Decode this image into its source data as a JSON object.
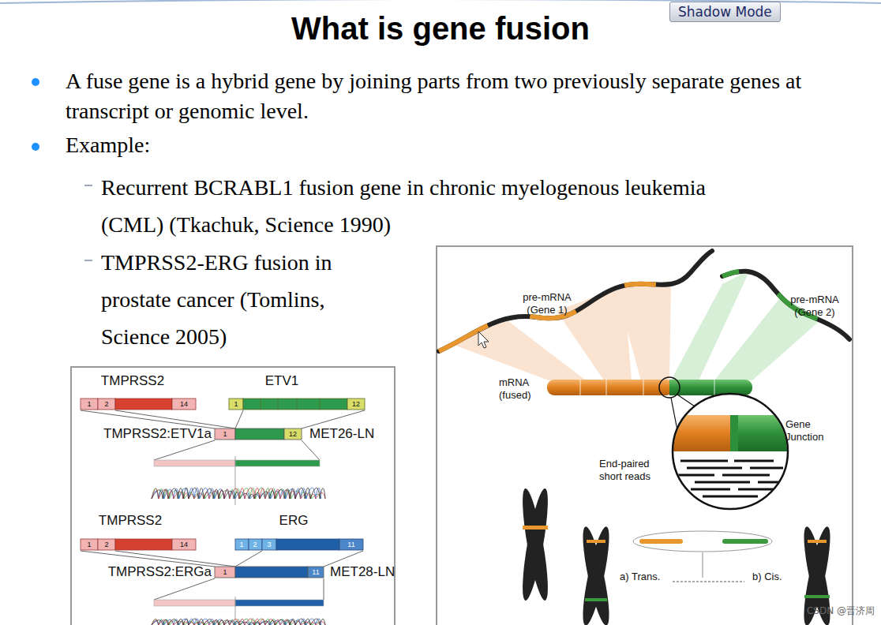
{
  "diagram": {
    "title": "What is gene fusion",
    "nodes": [
      {
        "text": [
          "Shadow Mode"
        ]
      }
    ],
    "labels": [
      "A fuse gene is a hybrid gene by joining parts from two previously separate genes at transcript or genomic level.",
      "Example:",
      "Recurrent BCRABL1 fusion gene in chronic myelogenous leukemia (CML) (Tkachuk, Science 1990)",
      "TMPRSS2-ERG fusion in prostate cancer (Tomlins, Science 2005)",
      "TMPRSS2",
      "ETV1",
      "1",
      "2",
      "14",
      "1",
      "12",
      "TMPRSS2:ETV1a",
      "1",
      "12",
      "MET26-LN",
      "TMPRSS2",
      "ERG",
      "1",
      "2",
      "14",
      "1",
      "2",
      "3",
      "11",
      "TMPRSS2:ERGa",
      "1",
      "11",
      "MET28-LN",
      "pre-mRNA (Gene 1)",
      "pre-mRNA (Gene 2)",
      "mRNA (fused)",
      "Gene Junction",
      "End-paired short reads",
      "a) Trans.",
      "b) Cis.",
      "CSDN @晋济周"
    ]
  }
}
